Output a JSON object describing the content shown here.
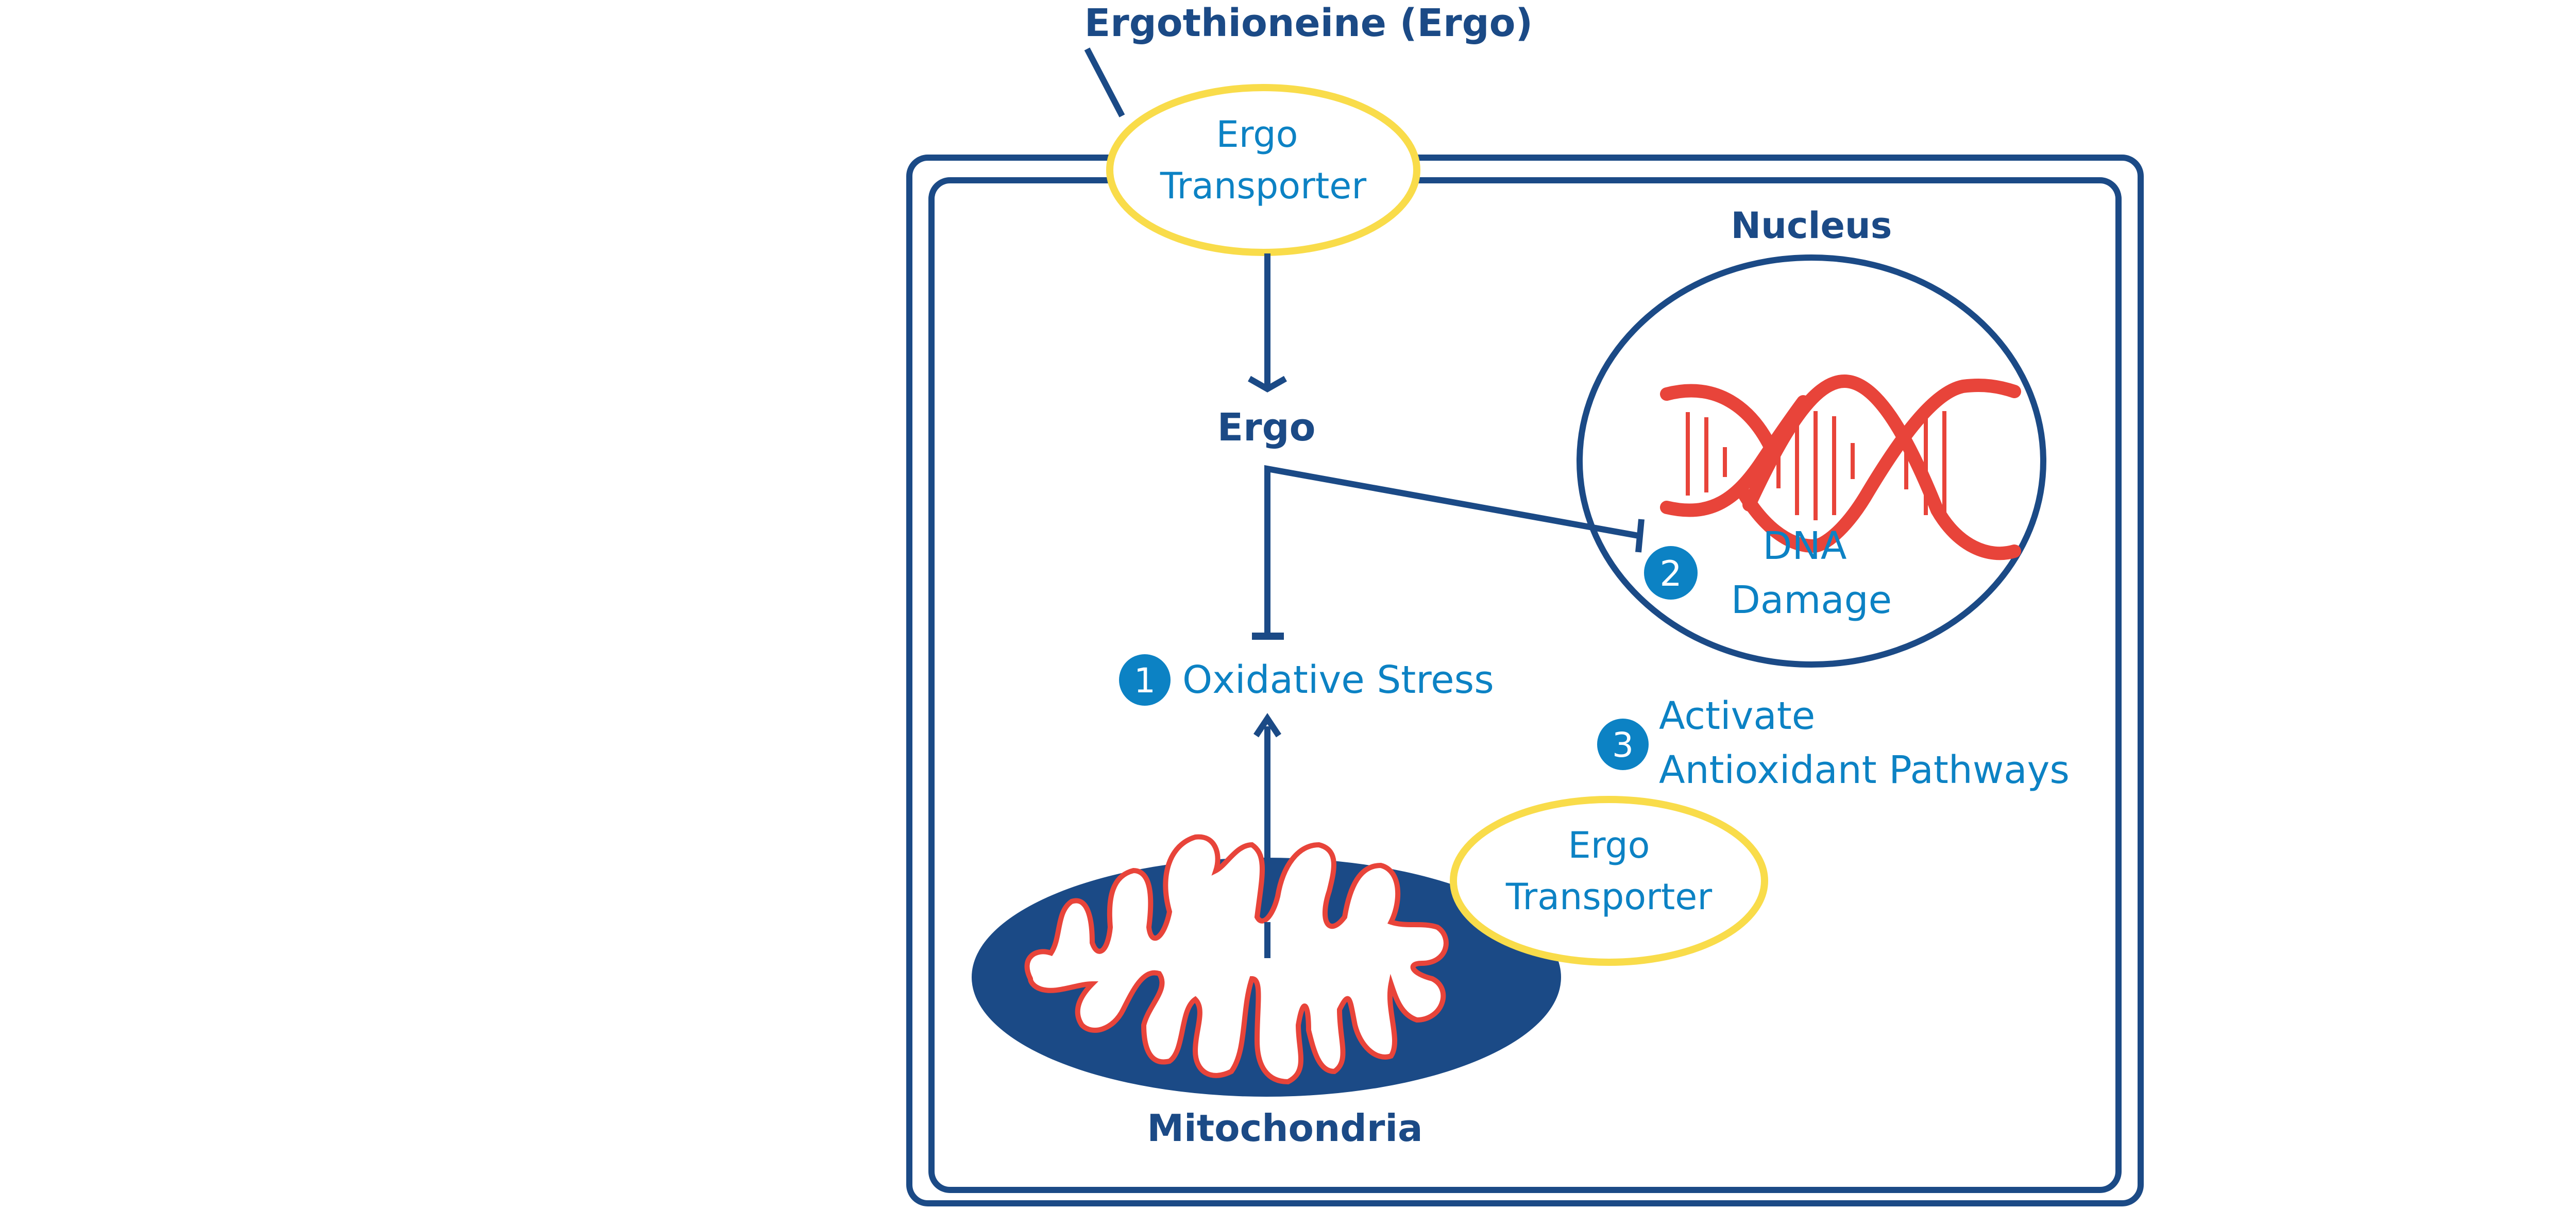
{
  "title": "Ergothioneine (Ergo)",
  "cell": {
    "transporter_top": {
      "line1": "Ergo",
      "line2": "Transporter"
    },
    "ergo_label": "Ergo",
    "nucleus": {
      "label": "Nucleus",
      "step": {
        "number": "2",
        "line1": "DNA",
        "line2": "Damage"
      }
    },
    "oxidative_stress": {
      "number": "1",
      "label": "Oxidative Stress"
    },
    "antioxidant": {
      "number": "3",
      "line1": "Activate",
      "line2": "Antioxidant Pathways"
    },
    "mitochondria": {
      "label": "Mitochondria"
    },
    "transporter_mito": {
      "line1": "Ergo",
      "line2": "Transporter"
    }
  },
  "colors": {
    "navy": "#1b4a86",
    "blue": "#0c82c4",
    "yellow": "#f9dc4a",
    "red": "#e8443a",
    "white": "#ffffff"
  }
}
